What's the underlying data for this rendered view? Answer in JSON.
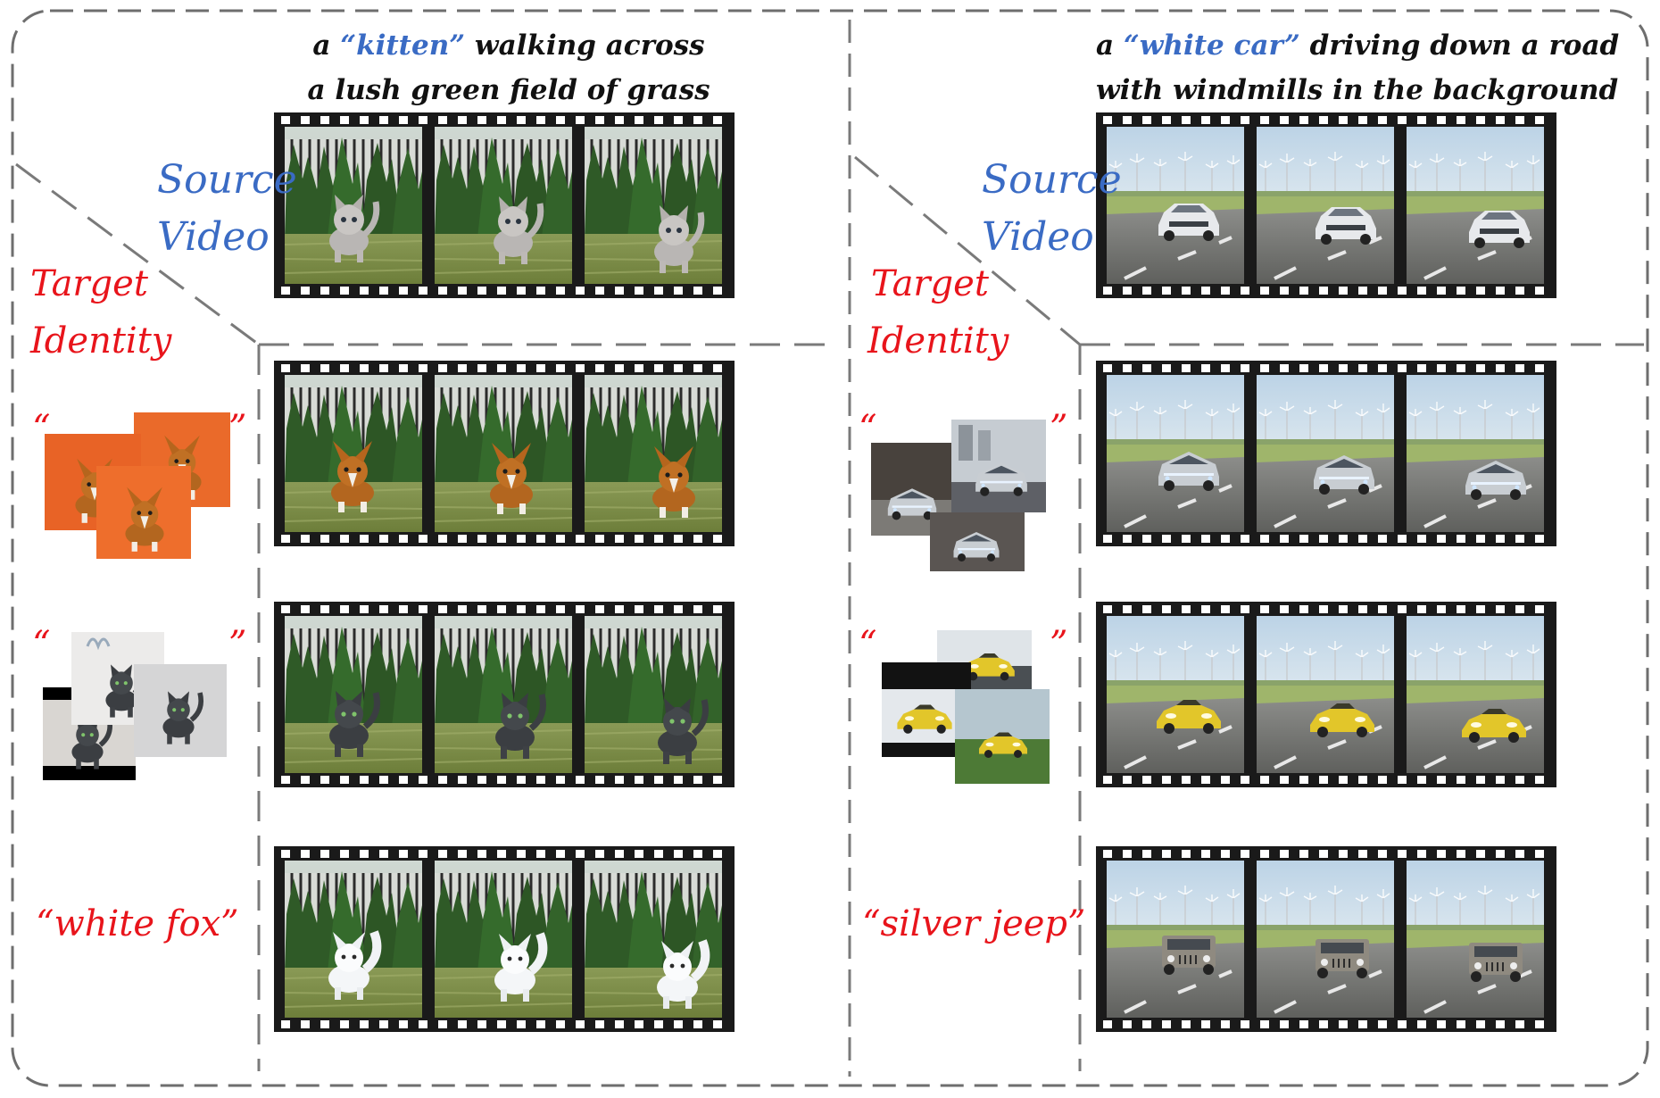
{
  "left_panel": {
    "caption_line1_pre": "a ",
    "caption_subject": "“kitten”",
    "caption_line1_post": " walking across",
    "caption_line2": "a lush green field of grass",
    "source_label_line1": "Source",
    "source_label_line2": "Video",
    "target_label_line1": "Target",
    "target_label_line2": "Identity",
    "rows": [
      {
        "target": "corgi photos",
        "open_quote": "“",
        "close_quote": "”"
      },
      {
        "target": "gray cat photos",
        "open_quote": "“",
        "close_quote": "”"
      },
      {
        "target_text": "“white fox”"
      }
    ]
  },
  "right_panel": {
    "caption_line1_pre": "a ",
    "caption_subject": "“white car”",
    "caption_line1_post": " driving down a road",
    "caption_line2": "with windmills in the background",
    "source_label_line1": "Source",
    "source_label_line2": "Video",
    "target_label_line1": "Target",
    "target_label_line2": "Identity",
    "rows": [
      {
        "target": "cybertruck photos",
        "open_quote": "“",
        "close_quote": "”"
      },
      {
        "target": "yellow sports car photos",
        "open_quote": "“",
        "close_quote": "”"
      },
      {
        "target_text": "“silver jeep”"
      }
    ]
  },
  "colors": {
    "source_label": "#3a6bc4",
    "target_label": "#e8141b",
    "film": "#1a1a1a",
    "border": "#6e6e6e"
  }
}
